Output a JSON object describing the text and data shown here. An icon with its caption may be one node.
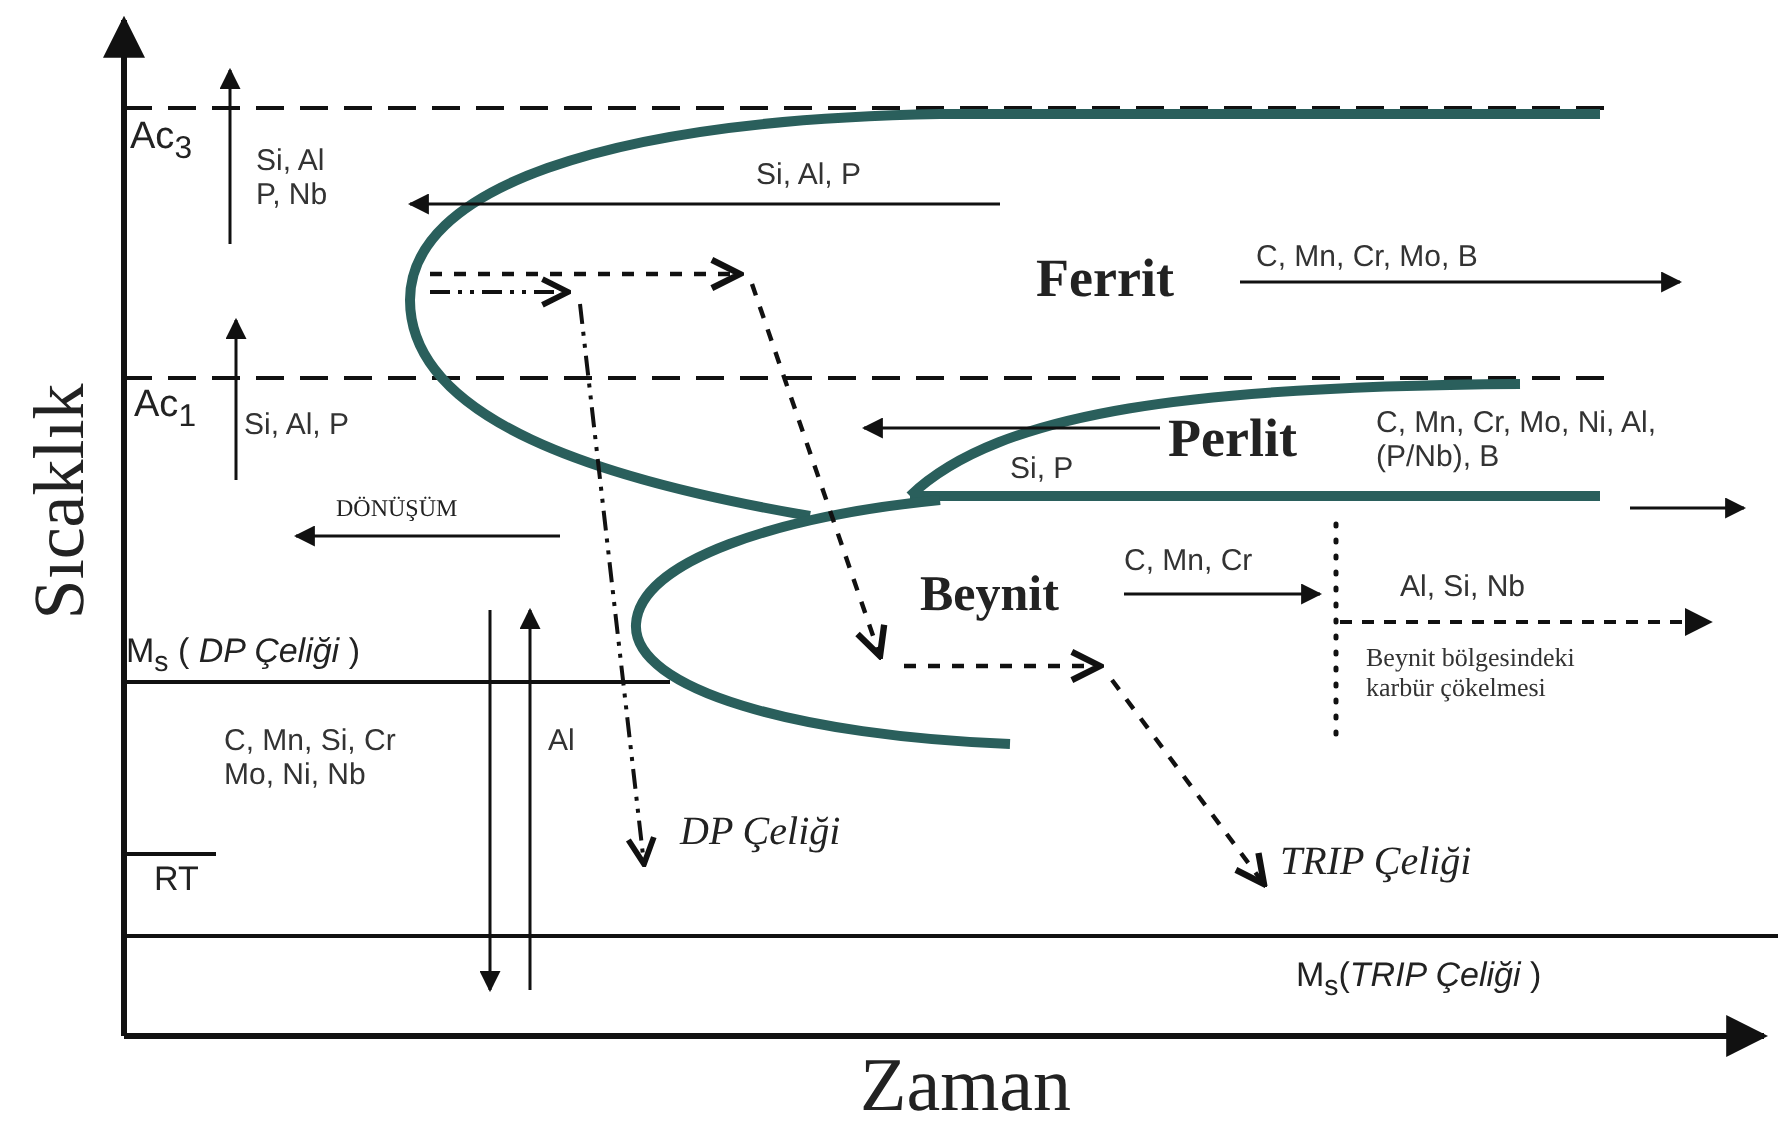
{
  "diagram": {
    "labels": [
      "Ac$_{3}$",
      "Si, Al P, Nb",
      "Si, Al, P",
      "Ferrit",
      "C, Mn, Cr, Mo, B",
      "Ac$_{1}$",
      "Si, Al, P",
      "Perlit",
      "C, Mn, Cr, Mo, Ni, Al, (P/Nb), B",
      "Si, P",
      "DÖNÜŞÜM",
      "Beynit",
      "C, Mn, Cr",
      "Al, Si, Nb",
      "M$_{s}$ ( *DP Çeliği* )",
      "Beynit bölgesindeki karbür çökelmesi",
      "C, Mn, Si, Cr Mo, Ni, Nb",
      "Al",
      "DP Çeliği",
      "RT",
      "TRIP Çeliği",
      "M$_{s}$(*TRIP Çeliği* )",
      "Sıcaklık",
      "Zaman"
    ]
  }
}
